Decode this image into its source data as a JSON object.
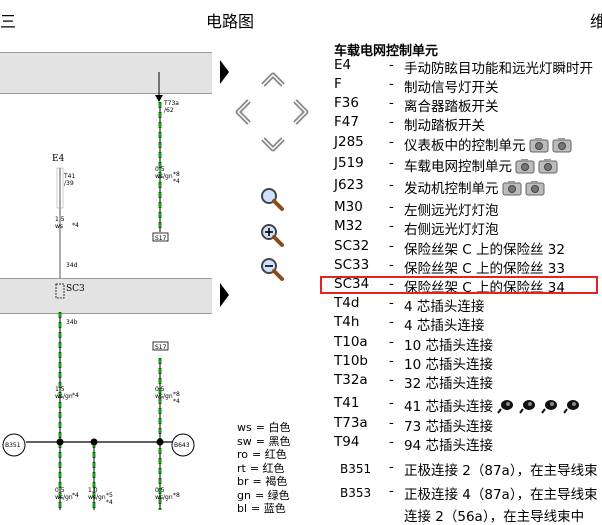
{
  "header": {
    "left_char": "三",
    "title": "电路图",
    "right_char": "维"
  },
  "diagram": {
    "band_top_label": "",
    "node_labels": {
      "t73a": "T73a\n/62",
      "e4": "E4",
      "t41": "T41\n/39",
      "w1": "1.5\nws",
      "w1_star": "*4",
      "w2_val": "0.5\nws/gn",
      "w2_star": "*8\n*4",
      "sb_top": "S17",
      "l34d": "34d",
      "sc34": "SC3",
      "l34b": "34b",
      "sb_mid": "S17",
      "w3": "1.5\nws/gn",
      "w3_star": "*4",
      "w4": "0.5\nws/gn",
      "w4_star": "*8\n*4",
      "b351": "B351",
      "b643": "B643",
      "w5": "0.5\nws/gn",
      "w5_star": "*4",
      "w6": "1.0\nws/gn",
      "w6_star": "*5\n*4",
      "w7": "0.5\nws/gn",
      "w7_star": "*8"
    }
  },
  "nav": {
    "up": "up-arrow",
    "left": "left-arrow",
    "right": "right-arrow",
    "down": "down-arrow",
    "zoom": "zoom-icon",
    "zoom_in": "zoom-in-icon",
    "zoom_out": "zoom-out-icon"
  },
  "legend": {
    "title": "车载电网控制单元",
    "items": [
      {
        "code": "E4",
        "desc": "手动防眩目功能和远光灯瞬时开"
      },
      {
        "code": "F",
        "desc": "制动信号灯开关"
      },
      {
        "code": "F36",
        "desc": "离合器踏板开关"
      },
      {
        "code": "F47",
        "desc": "制动踏板开关"
      },
      {
        "code": "J285",
        "desc": "仪表板中的控制单元"
      },
      {
        "code": "J519",
        "desc": "车载电网控制单元"
      },
      {
        "code": "J623",
        "desc": "发动机控制单元"
      },
      {
        "code": "M30",
        "desc": "左侧远光灯灯泡"
      },
      {
        "code": "M32",
        "desc": "右侧远光灯灯泡"
      },
      {
        "code": "SC32",
        "desc": "保险丝架 C 上的保险丝 32"
      },
      {
        "code": "SC33",
        "desc": "保险丝架 C 上的保险丝 33"
      },
      {
        "code": "SC34",
        "desc": "保险丝架 C 上的保险丝 34"
      },
      {
        "code": "T4d",
        "desc": "4 芯插头连接"
      },
      {
        "code": "T4h",
        "desc": "4 芯插头连接"
      },
      {
        "code": "T10a",
        "desc": "10 芯插头连接"
      },
      {
        "code": "T10b",
        "desc": "10 芯插头连接"
      },
      {
        "code": "T32a",
        "desc": "32 芯插头连接"
      },
      {
        "code": "T41",
        "desc": "41 芯插头连接"
      },
      {
        "code": "T73a",
        "desc": "73 芯插头连接"
      },
      {
        "code": "T94",
        "desc": "94 芯插头连接"
      },
      {
        "code": "B351",
        "desc": "正极连接 2（87a），在主导线束"
      },
      {
        "code": "B353",
        "desc": "正极连接 4（87a），在主导线束"
      },
      {
        "code": "",
        "desc": "连接 2（56a），在主导线束中"
      }
    ]
  },
  "colour_key": [
    {
      "code": "ws",
      "name": "= 白色"
    },
    {
      "code": "sw",
      "name": "= 黑色"
    },
    {
      "code": "ro",
      "name": "= 红色"
    },
    {
      "code": "rt",
      "name": "= 红色"
    },
    {
      "code": "br",
      "name": "= 褐色"
    },
    {
      "code": "gn",
      "name": "= 绿色"
    },
    {
      "code": "bl",
      "name": "= 蓝色"
    }
  ],
  "colors": {
    "wire_green": "#1f9a1f",
    "highlight": "#e32222",
    "band": "#e3e3e3"
  }
}
